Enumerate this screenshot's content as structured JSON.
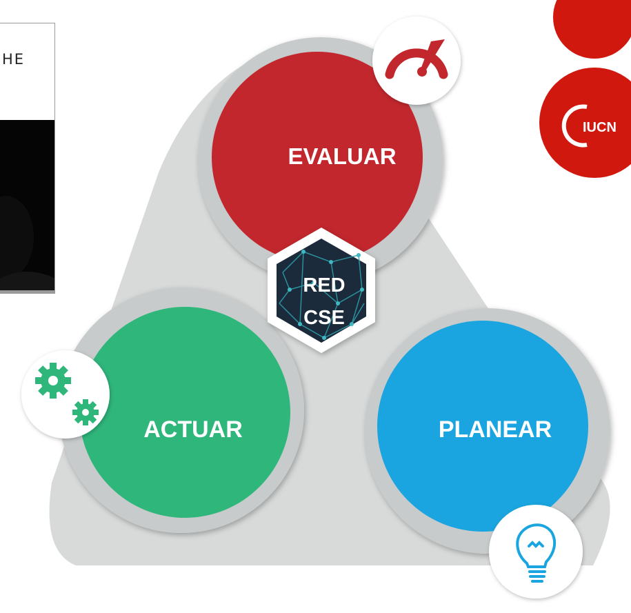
{
  "left_card": {
    "text": "HE"
  },
  "diagram": {
    "center": {
      "line1": "RED",
      "line2": "CSE"
    },
    "nodes": {
      "evaluar": {
        "label": "EVALUAR",
        "color": "#c1272d",
        "icon": "speedometer-icon"
      },
      "actuar": {
        "label": "ACTUAR",
        "color": "#2fb67b",
        "icon": "gears-icon"
      },
      "planear": {
        "label": "PLANEAR",
        "color": "#1aa5e0",
        "icon": "lightbulb-icon"
      }
    }
  },
  "logo": {
    "text": "IUCN",
    "color": "#d0180f"
  }
}
